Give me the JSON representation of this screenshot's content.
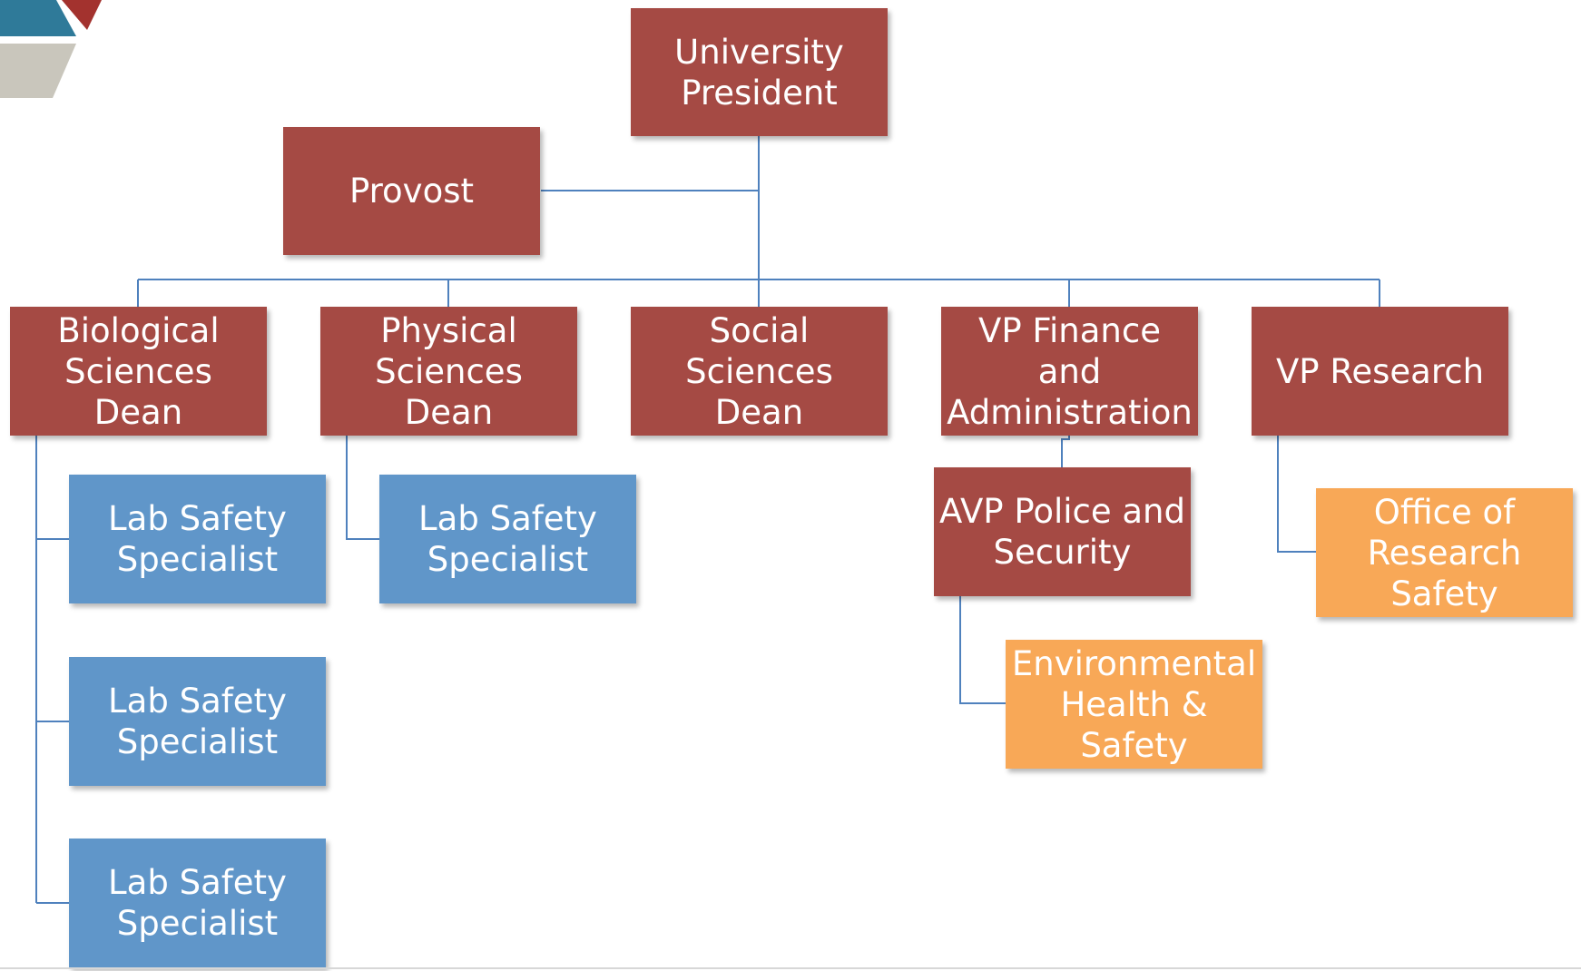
{
  "colors": {
    "leadership": "#a54a44",
    "lab_safety": "#6096c9",
    "safety_office": "#f8a857",
    "connector": "#4f81bd"
  },
  "nodes": {
    "president": "University\nPresident",
    "provost": "Provost",
    "bio_dean": "Biological\nSciences Dean",
    "phys_dean": "Physical\nSciences Dean",
    "soc_dean": "Social Sciences\nDean",
    "vp_finance": "VP Finance and\nAdministration",
    "vp_research": "VP Research",
    "avp_police": "AVP Police and\nSecurity",
    "ehs": "Environmental\nHealth & Safety",
    "ors": "Office of\nResearch Safety",
    "bio_lss_1": "Lab Safety\nSpecialist",
    "bio_lss_2": "Lab Safety\nSpecialist",
    "bio_lss_3": "Lab Safety\nSpecialist",
    "phys_lss_1": "Lab Safety\nSpecialist"
  },
  "edges": [
    [
      "president",
      "provost"
    ],
    [
      "president",
      "bio_dean"
    ],
    [
      "president",
      "phys_dean"
    ],
    [
      "president",
      "soc_dean"
    ],
    [
      "president",
      "vp_finance"
    ],
    [
      "president",
      "vp_research"
    ],
    [
      "bio_dean",
      "bio_lss_1"
    ],
    [
      "bio_dean",
      "bio_lss_2"
    ],
    [
      "bio_dean",
      "bio_lss_3"
    ],
    [
      "phys_dean",
      "phys_lss_1"
    ],
    [
      "vp_finance",
      "avp_police"
    ],
    [
      "avp_police",
      "ehs"
    ],
    [
      "vp_research",
      "ors"
    ]
  ]
}
